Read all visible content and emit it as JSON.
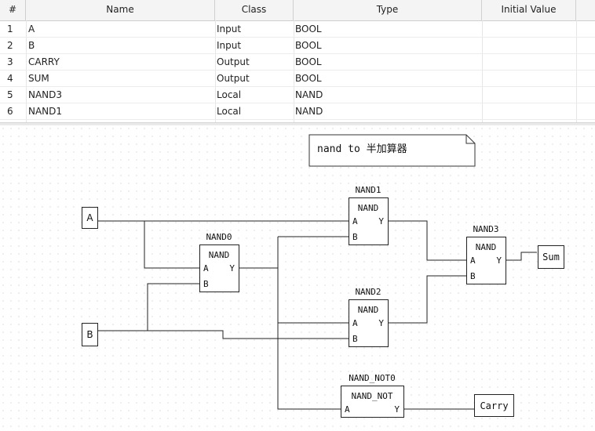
{
  "table": {
    "headers": {
      "num": "#",
      "name": "Name",
      "class": "Class",
      "type": "Type",
      "initial": "Initial Value"
    },
    "rows": [
      {
        "num": "1",
        "name": "A",
        "class": "Input",
        "type": "BOOL"
      },
      {
        "num": "2",
        "name": "B",
        "class": "Input",
        "type": "BOOL"
      },
      {
        "num": "3",
        "name": "CARRY",
        "class": "Output",
        "type": "BOOL"
      },
      {
        "num": "4",
        "name": "SUM",
        "class": "Output",
        "type": "BOOL"
      },
      {
        "num": "5",
        "name": "NAND3",
        "class": "Local",
        "type": "NAND"
      },
      {
        "num": "6",
        "name": "NAND1",
        "class": "Local",
        "type": "NAND"
      }
    ]
  },
  "diagram": {
    "comment": "nand to 半加算器",
    "inputs": {
      "a": "A",
      "b": "B"
    },
    "outputs": {
      "sum": "Sum",
      "carry": "Carry"
    },
    "blocks": {
      "nand0": {
        "instance": "NAND0",
        "type": "NAND",
        "in1": "A",
        "in2": "B",
        "out": "Y"
      },
      "nand1": {
        "instance": "NAND1",
        "type": "NAND",
        "in1": "A",
        "in2": "B",
        "out": "Y"
      },
      "nand2": {
        "instance": "NAND2",
        "type": "NAND",
        "in1": "A",
        "in2": "B",
        "out": "Y"
      },
      "nand3": {
        "instance": "NAND3",
        "type": "NAND",
        "in1": "A",
        "in2": "B",
        "out": "Y"
      },
      "not0": {
        "instance": "NAND_NOT0",
        "type": "NAND_NOT",
        "in1": "A",
        "out": "Y"
      }
    }
  }
}
